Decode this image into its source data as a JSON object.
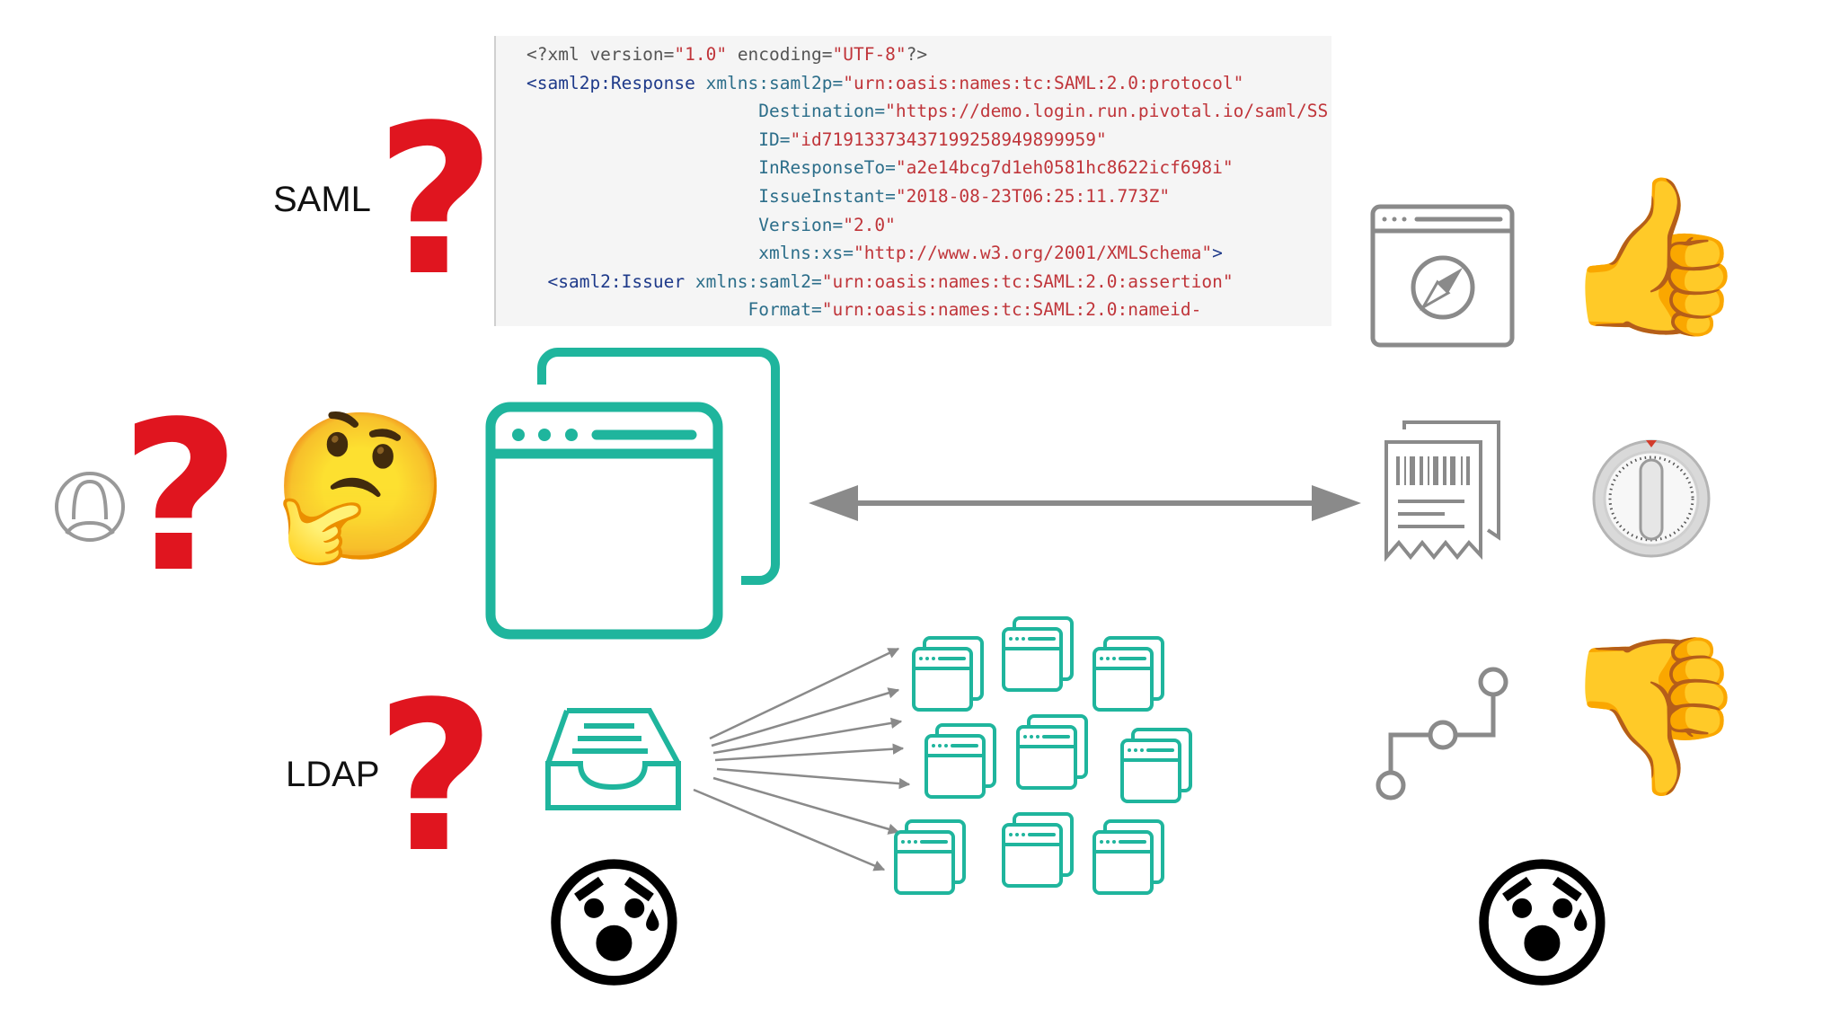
{
  "labels": {
    "saml": "SAML",
    "ldap": "LDAP"
  },
  "code_lines": [
    {
      "indent": "",
      "parts": [
        [
          "pi",
          "<?xml version="
        ],
        [
          "str",
          "\"1.0\""
        ],
        [
          "pi",
          " encoding="
        ],
        [
          "str",
          "\"UTF-8\""
        ],
        [
          "pi",
          "?>"
        ]
      ]
    },
    {
      "indent": "",
      "parts": [
        [
          "tag",
          "<saml2p:Response"
        ],
        [
          "attr",
          " xmlns:saml2p="
        ],
        [
          "str",
          "\"urn:oasis:names:tc:SAML:2.0:protocol\""
        ]
      ]
    },
    {
      "indent": "                      ",
      "parts": [
        [
          "attr",
          "Destination="
        ],
        [
          "str",
          "\"https://demo.login.run.pivotal.io/saml/SS"
        ]
      ]
    },
    {
      "indent": "                      ",
      "parts": [
        [
          "attr",
          "ID="
        ],
        [
          "str",
          "\"id71913373437199258949899959\""
        ]
      ]
    },
    {
      "indent": "                      ",
      "parts": [
        [
          "attr",
          "InResponseTo="
        ],
        [
          "str",
          "\"a2e14bcg7d1eh0581hc8622icf698i\""
        ]
      ]
    },
    {
      "indent": "                      ",
      "parts": [
        [
          "attr",
          "IssueInstant="
        ],
        [
          "str",
          "\"2018-08-23T06:25:11.773Z\""
        ]
      ]
    },
    {
      "indent": "                      ",
      "parts": [
        [
          "attr",
          "Version="
        ],
        [
          "str",
          "\"2.0\""
        ]
      ]
    },
    {
      "indent": "                      ",
      "parts": [
        [
          "attr",
          "xmlns:xs="
        ],
        [
          "str",
          "\"http://www.w3.org/2001/XMLSchema\""
        ],
        [
          "tag",
          ">"
        ]
      ]
    },
    {
      "indent": "  ",
      "parts": [
        [
          "tag",
          "<saml2:Issuer"
        ],
        [
          "attr",
          " xmlns:saml2="
        ],
        [
          "str",
          "\"urn:oasis:names:tc:SAML:2.0:assertion\""
        ]
      ]
    },
    {
      "indent": "                     ",
      "parts": [
        [
          "attr",
          "Format="
        ],
        [
          "str",
          "\"urn:oasis:names:tc:SAML:2.0:nameid-"
        ]
      ]
    }
  ],
  "emojis": {
    "thinking": "🤔",
    "thumbs_up": "👍",
    "thumbs_down": "👎",
    "anxious_left": "😰",
    "anxious_right": "😰",
    "question_mark": "?"
  },
  "icons": [
    "user-icon",
    "browser-windows-icon",
    "double-arrow-icon",
    "browser-compass-icon",
    "receipts-icon",
    "timer-icon",
    "inbox-tray-icon",
    "fan-out-arrows-icon",
    "route-icon"
  ],
  "colors": {
    "teal": "#1fb59d",
    "gray": "#8a8a8a",
    "red": "#e0151f"
  }
}
